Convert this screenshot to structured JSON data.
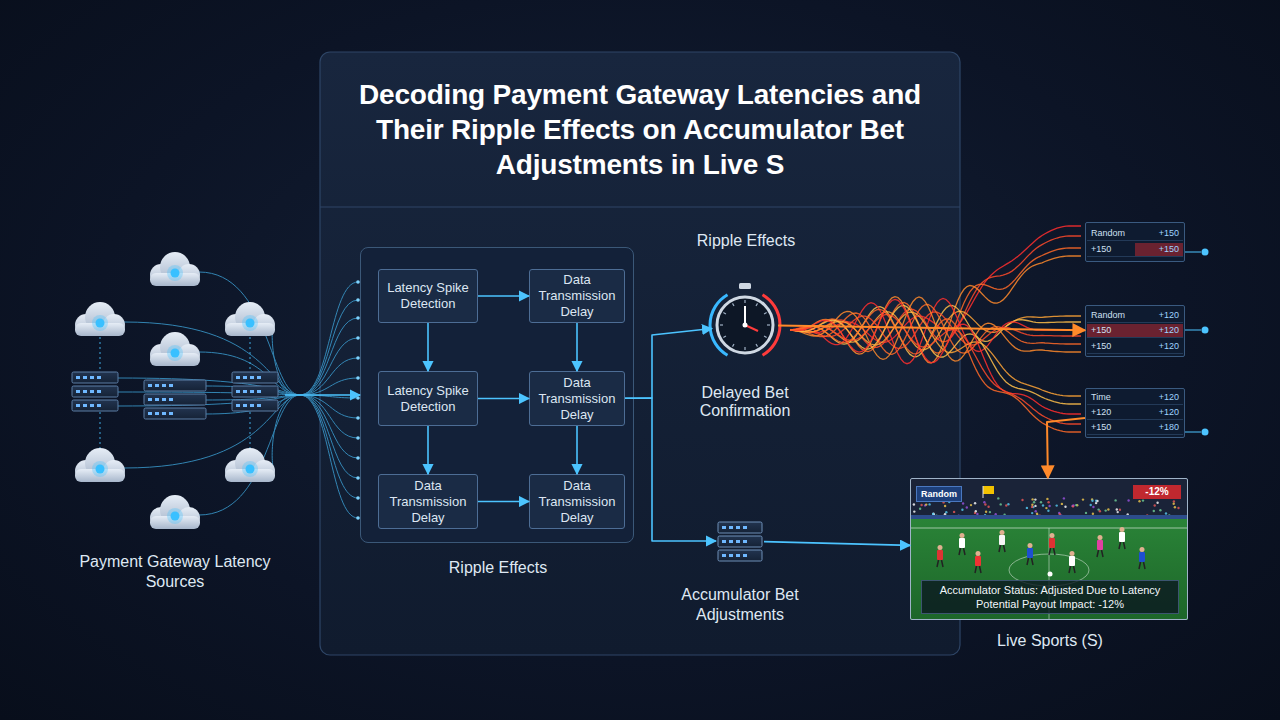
{
  "diagram": {
    "title": "Decoding Payment Gateway Latencies and Their Ripple Effects on Accumulator Bet Adjustments in Live S",
    "nodes": [
      {
        "text": [
          "Payment Gateway Latency Sources"
        ]
      },
      {
        "text": [
          "Ripple Effects"
        ]
      },
      {
        "text": [
          "Latency Spike Detection"
        ],
        "in": 1
      },
      {
        "text": [
          "Data Transmission Delay"
        ],
        "in": 1
      },
      {
        "text": [
          "Latency Spike Detection"
        ],
        "in": 1
      },
      {
        "text": [
          "Data Transmission Delay"
        ],
        "in": 1
      },
      {
        "text": [
          "Data Transmission Delay"
        ],
        "in": 1
      },
      {
        "text": [
          "Data Transmission Delay"
        ],
        "in": 1
      },
      {
        "text": [
          "Delayed Bet Confirmation"
        ]
      },
      {
        "text": [
          "Accumulator Bet Adjustments"
        ]
      },
      {
        "text": [
          "Random",
          "+150",
          "+150",
          "+150"
        ]
      },
      {
        "text": [
          "Random",
          "+120",
          "+150",
          "+120",
          "+150",
          "+120"
        ]
      },
      {
        "text": [
          "Time",
          "+120",
          "+120",
          "+120",
          "+150",
          "+180"
        ]
      },
      {
        "text": [
          "Random",
          "-12%",
          "Accumulator Status: Adjusted Due to Latency Potential Payout Impact: -12%",
          "Live Sports (S)"
        ]
      }
    ],
    "edges": [
      {
        "from": 0,
        "to": 1,
        "arrow": "to"
      },
      {
        "from": 2,
        "to": 3,
        "arrow": "to"
      },
      {
        "from": 2,
        "to": 4,
        "arrow": "to"
      },
      {
        "from": 3,
        "to": 5,
        "arrow": "to"
      },
      {
        "from": 4,
        "to": 5,
        "arrow": "to"
      },
      {
        "from": 4,
        "to": 6,
        "arrow": "to"
      },
      {
        "from": 5,
        "to": 7,
        "arrow": "to"
      },
      {
        "from": 6,
        "to": 7,
        "arrow": "to"
      },
      {
        "from": 5,
        "to": 8,
        "arrow": "to"
      },
      {
        "from": 5,
        "to": 9,
        "arrow": "to"
      },
      {
        "from": 8,
        "to": 11,
        "arrow": "to"
      },
      {
        "from": 12,
        "to": 13,
        "arrow": "to"
      },
      {
        "from": 9,
        "to": 13,
        "arrow": "to"
      }
    ],
    "labels": [
      "Ripple Effects"
    ]
  }
}
